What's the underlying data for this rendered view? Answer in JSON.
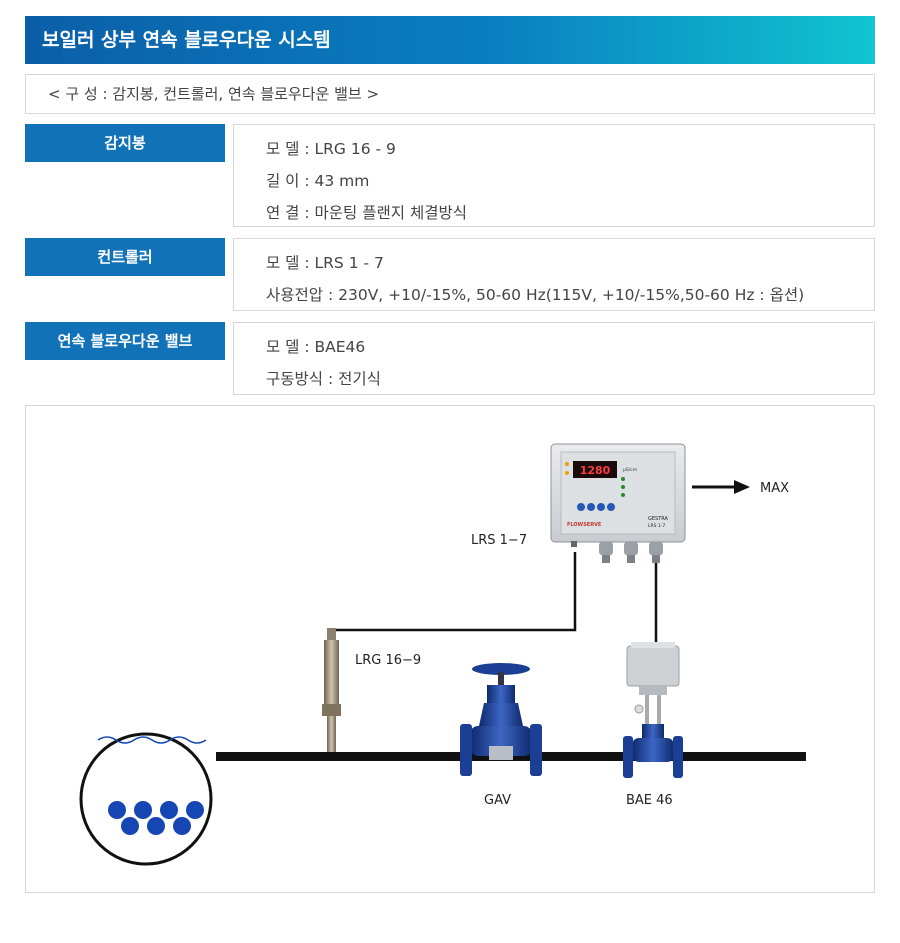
{
  "title": "보일러 상부 연속 블로우다운 시스템",
  "composition": "< 구 성 : 감지봉, 컨트롤러, 연속 블로우다운 밸브 >",
  "sections": [
    {
      "label": "감지봉",
      "lines": [
        "모 델 : LRG 16 - 9",
        "길 이 : 43 mm",
        "연 결 : 마운팅 플랜지 체결방식"
      ]
    },
    {
      "label": "컨트롤러",
      "lines": [
        "모 델 : LRS 1 - 7",
        "사용전압 : 230V, +10/-15%, 50-60 Hz(115V, +10/-15%,50-60 Hz : 옵션)"
      ]
    },
    {
      "label": "연속 블로우다운 밸브",
      "lines": [
        "모 델 : BAE46",
        "구동방식 : 전기식"
      ]
    }
  ],
  "diagram": {
    "controller_label": "LRS 1−7",
    "output_label": "MAX",
    "sensor_label": "LRG 16−9",
    "valve1_label": "GAV",
    "valve2_label": "BAE 46",
    "display_value": "1280",
    "brand": "GESTRA",
    "model_small": "LRS 1-7",
    "unit_small": "µS/cm"
  },
  "colors": {
    "label_bg": "#1272b8",
    "title_start": "#0b5ea8",
    "title_end": "#10c4d0",
    "valve_blue": "#1b3f94",
    "dot_blue": "#1646b3"
  }
}
